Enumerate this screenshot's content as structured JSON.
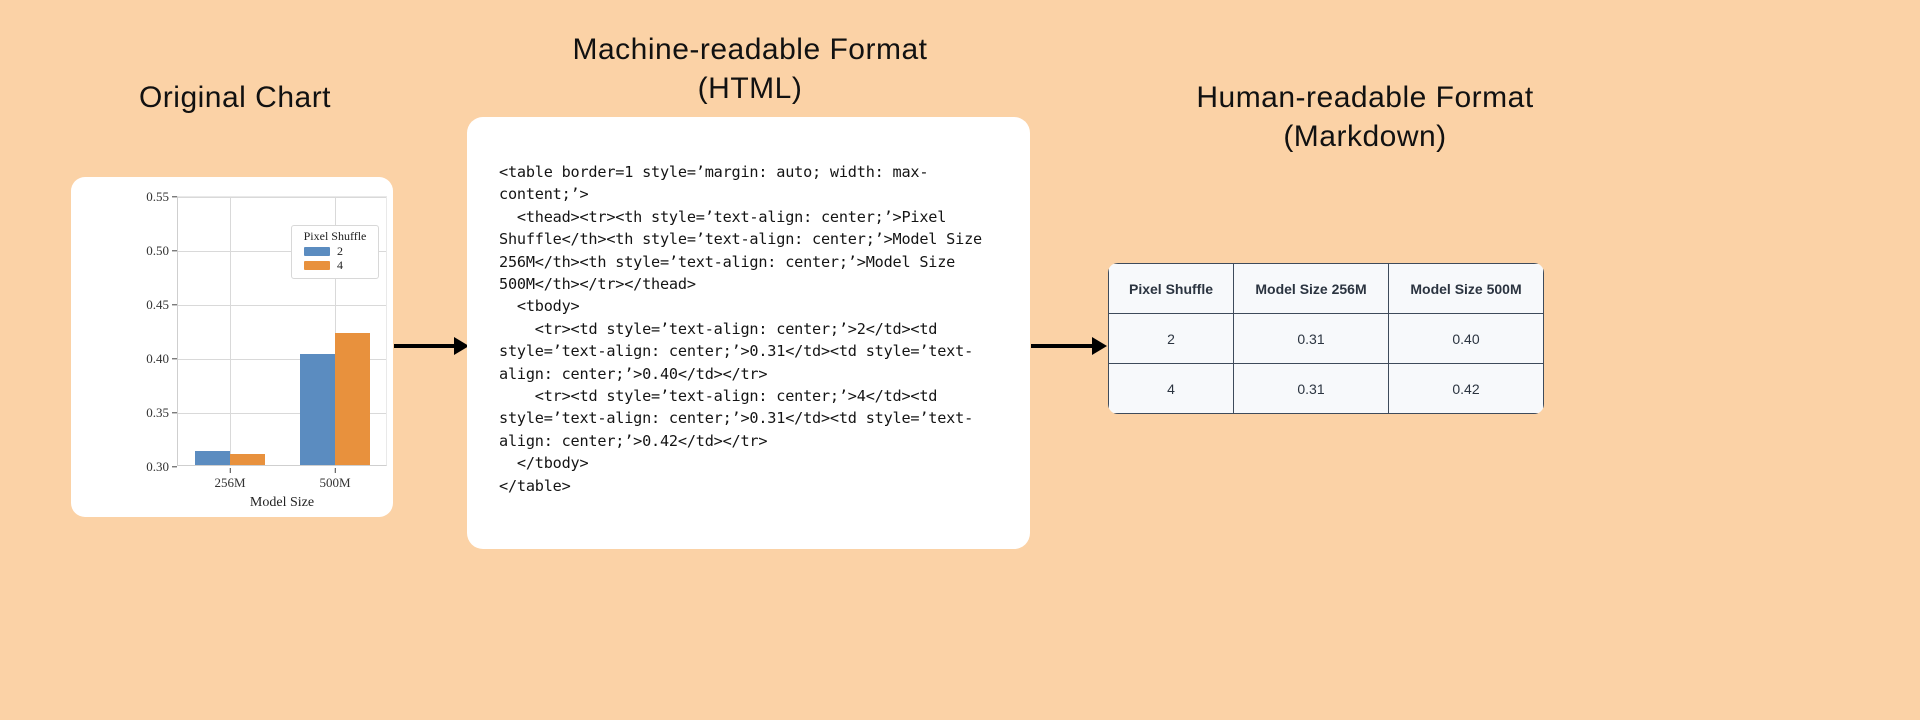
{
  "background_color": "#fbd2a6",
  "sections": {
    "original": {
      "heading": "Original Chart"
    },
    "machine": {
      "heading": "Machine-readable Format\n(HTML)"
    },
    "human": {
      "heading": "Human-readable Format\n(Markdown)"
    }
  },
  "chart_data": {
    "type": "bar",
    "title": "",
    "xlabel": "Model Size",
    "ylabel": "",
    "categories": [
      "256M",
      "500M"
    ],
    "ylim": [
      0.3,
      0.55
    ],
    "yticks": [
      "0.30",
      "0.35",
      "0.40",
      "0.45",
      "0.50",
      "0.55"
    ],
    "grid": true,
    "legend": {
      "title": "Pixel Shuffle",
      "position": "upper center",
      "entries": [
        {
          "label": "2",
          "color": "#5b8cc0"
        },
        {
          "label": "4",
          "color": "#e8913d"
        }
      ]
    },
    "series": [
      {
        "name": "2",
        "color": "#5b8cc0",
        "values": [
          0.313,
          0.403
        ]
      },
      {
        "name": "4",
        "color": "#e8913d",
        "values": [
          0.31,
          0.422
        ]
      }
    ]
  },
  "code_block": {
    "language": "HTML",
    "text": "<table border=1 style=’margin: auto; width: max-content;’>\n  <thead><tr><th style=’text-align: center;’>Pixel Shuffle</th><th style=’text-align: center;’>Model Size 256M</th><th style=’text-align: center;’>Model Size 500M</th></tr></thead>\n  <tbody>\n    <tr><td style=’text-align: center;’>2</td><td style=’text-align: center;’>0.31</td><td style=’text-align: center;’>0.40</td></tr>\n    <tr><td style=’text-align: center;’>4</td><td style=’text-align: center;’>0.31</td><td style=’text-align: center;’>0.42</td></tr>\n  </tbody>\n</table>"
  },
  "markdown_table": {
    "headers": [
      "Pixel Shuffle",
      "Model Size 256M",
      "Model Size 500M"
    ],
    "rows": [
      [
        "2",
        "0.31",
        "0.40"
      ],
      [
        "4",
        "0.31",
        "0.42"
      ]
    ]
  },
  "arrows": {
    "chart_to_code": "arrow-right",
    "code_to_table": "arrow-right"
  }
}
